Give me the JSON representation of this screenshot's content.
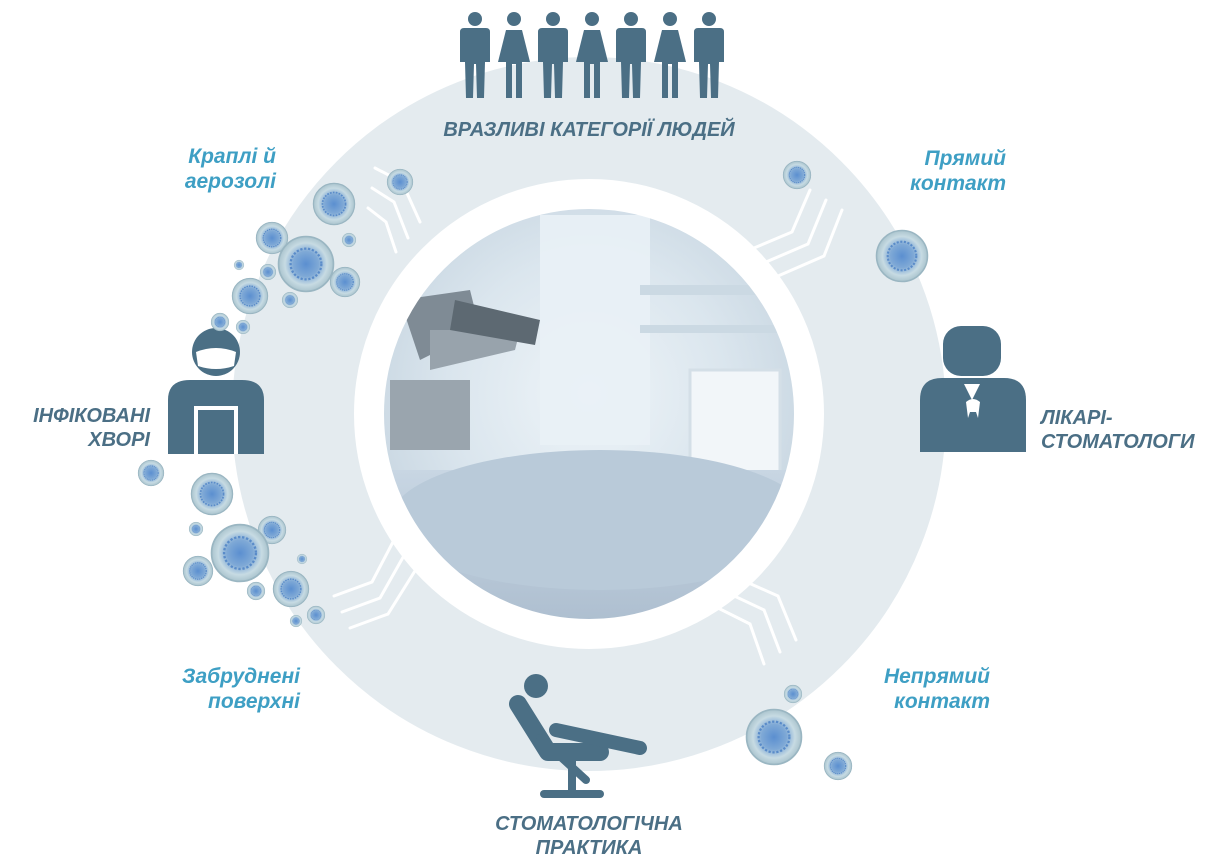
{
  "colors": {
    "ring": "#e4ebef",
    "icon": "#4b6f85",
    "category_text": "#4b6f85",
    "route_text": "#3e9fc4",
    "chevron": "#ffffff",
    "virus_core": "#5b8fd0",
    "virus_shell": "#b9d3dc"
  },
  "labels": {
    "top": "ВРАЗЛИВІ КАТЕГОРІЇ ЛЮДЕЙ",
    "right": "ЛІКАРІ-\nСТОМАТОЛОГИ",
    "bottom": "СТОМАТОЛОГІЧНА\nПРАКТИКА",
    "left": "ІНФІКОВАНІ\nХВОРІ",
    "top_left": "Краплі й\nаерозолі",
    "top_right": "Прямий\nконтакт",
    "bottom_right": "Непрямий\nконтакт",
    "bottom_left": "Забруднені\nповерхні"
  },
  "icons": {
    "top": "group-of-people-icon",
    "right": "dentist-icon",
    "bottom": "dental-chair-icon",
    "left": "masked-patient-icon",
    "center": "dental-office-photo",
    "particles": "virus-particle-icon"
  }
}
